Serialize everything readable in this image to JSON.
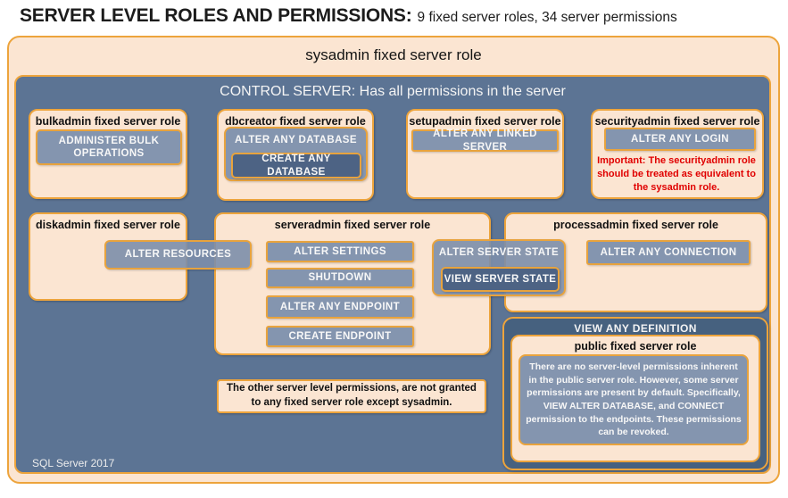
{
  "title": {
    "main": "SERVER LEVEL ROLES AND PERMISSIONS:",
    "suffix": "9 fixed server roles, 34 server permissions"
  },
  "sysadmin_label": "sysadmin fixed server role",
  "control_server_label": "CONTROL SERVER: Has all permissions in the server",
  "footer": "SQL Server 2017",
  "roles": {
    "bulkadmin": {
      "label": "bulkadmin fixed server role",
      "perm_administer_bulk": "ADMINISTER BULK OPERATIONS"
    },
    "dbcreator": {
      "label": "dbcreator fixed server role",
      "perm_alter_any_database": "ALTER ANY DATABASE",
      "perm_create_any_database": "CREATE ANY DATABASE"
    },
    "setupadmin": {
      "label": "setupadmin fixed server role",
      "perm_alter_any_linked_server": "ALTER ANY LINKED SERVER"
    },
    "securityadmin": {
      "label": "securityadmin fixed server role",
      "perm_alter_any_login": "ALTER ANY LOGIN",
      "note": "Important: The securityadmin role should be treated as equivalent to the sysadmin role."
    },
    "diskadmin": {
      "label": "diskadmin fixed server role",
      "perm_alter_resources": "ALTER RESOURCES"
    },
    "serveradmin": {
      "label": "serveradmin fixed server role",
      "perm_alter_settings": "ALTER SETTINGS",
      "perm_shutdown": "SHUTDOWN",
      "perm_alter_any_endpoint": "ALTER ANY ENDPOINT",
      "perm_create_endpoint": "CREATE ENDPOINT",
      "perm_alter_server_state": "ALTER SERVER STATE",
      "perm_view_server_state": "VIEW SERVER STATE"
    },
    "processadmin": {
      "label": "processadmin fixed server role",
      "perm_alter_any_connection": "ALTER ANY CONNECTION"
    },
    "public": {
      "container_permission": "VIEW ANY DEFINITION",
      "label": "public fixed server role",
      "description": "There are no server-level permissions inherent in the public server role. However, some server permissions are present by default. Specifically, VIEW ALTER DATABASE, and CONNECT permission to the endpoints. These permissions can be revoked."
    }
  },
  "notes": {
    "other_permissions": "The other server level permissions, are not granted to any fixed server role except sysadmin."
  },
  "colors": {
    "peach_fill": "#FBE5D2",
    "orange_border": "#EDA43C",
    "slate_blue_fill": "#5C7494",
    "permission_fill": "#8495AF",
    "dark_permission_fill": "#4D6384",
    "definition_fill": "#46617F",
    "important_red": "#E00000"
  }
}
